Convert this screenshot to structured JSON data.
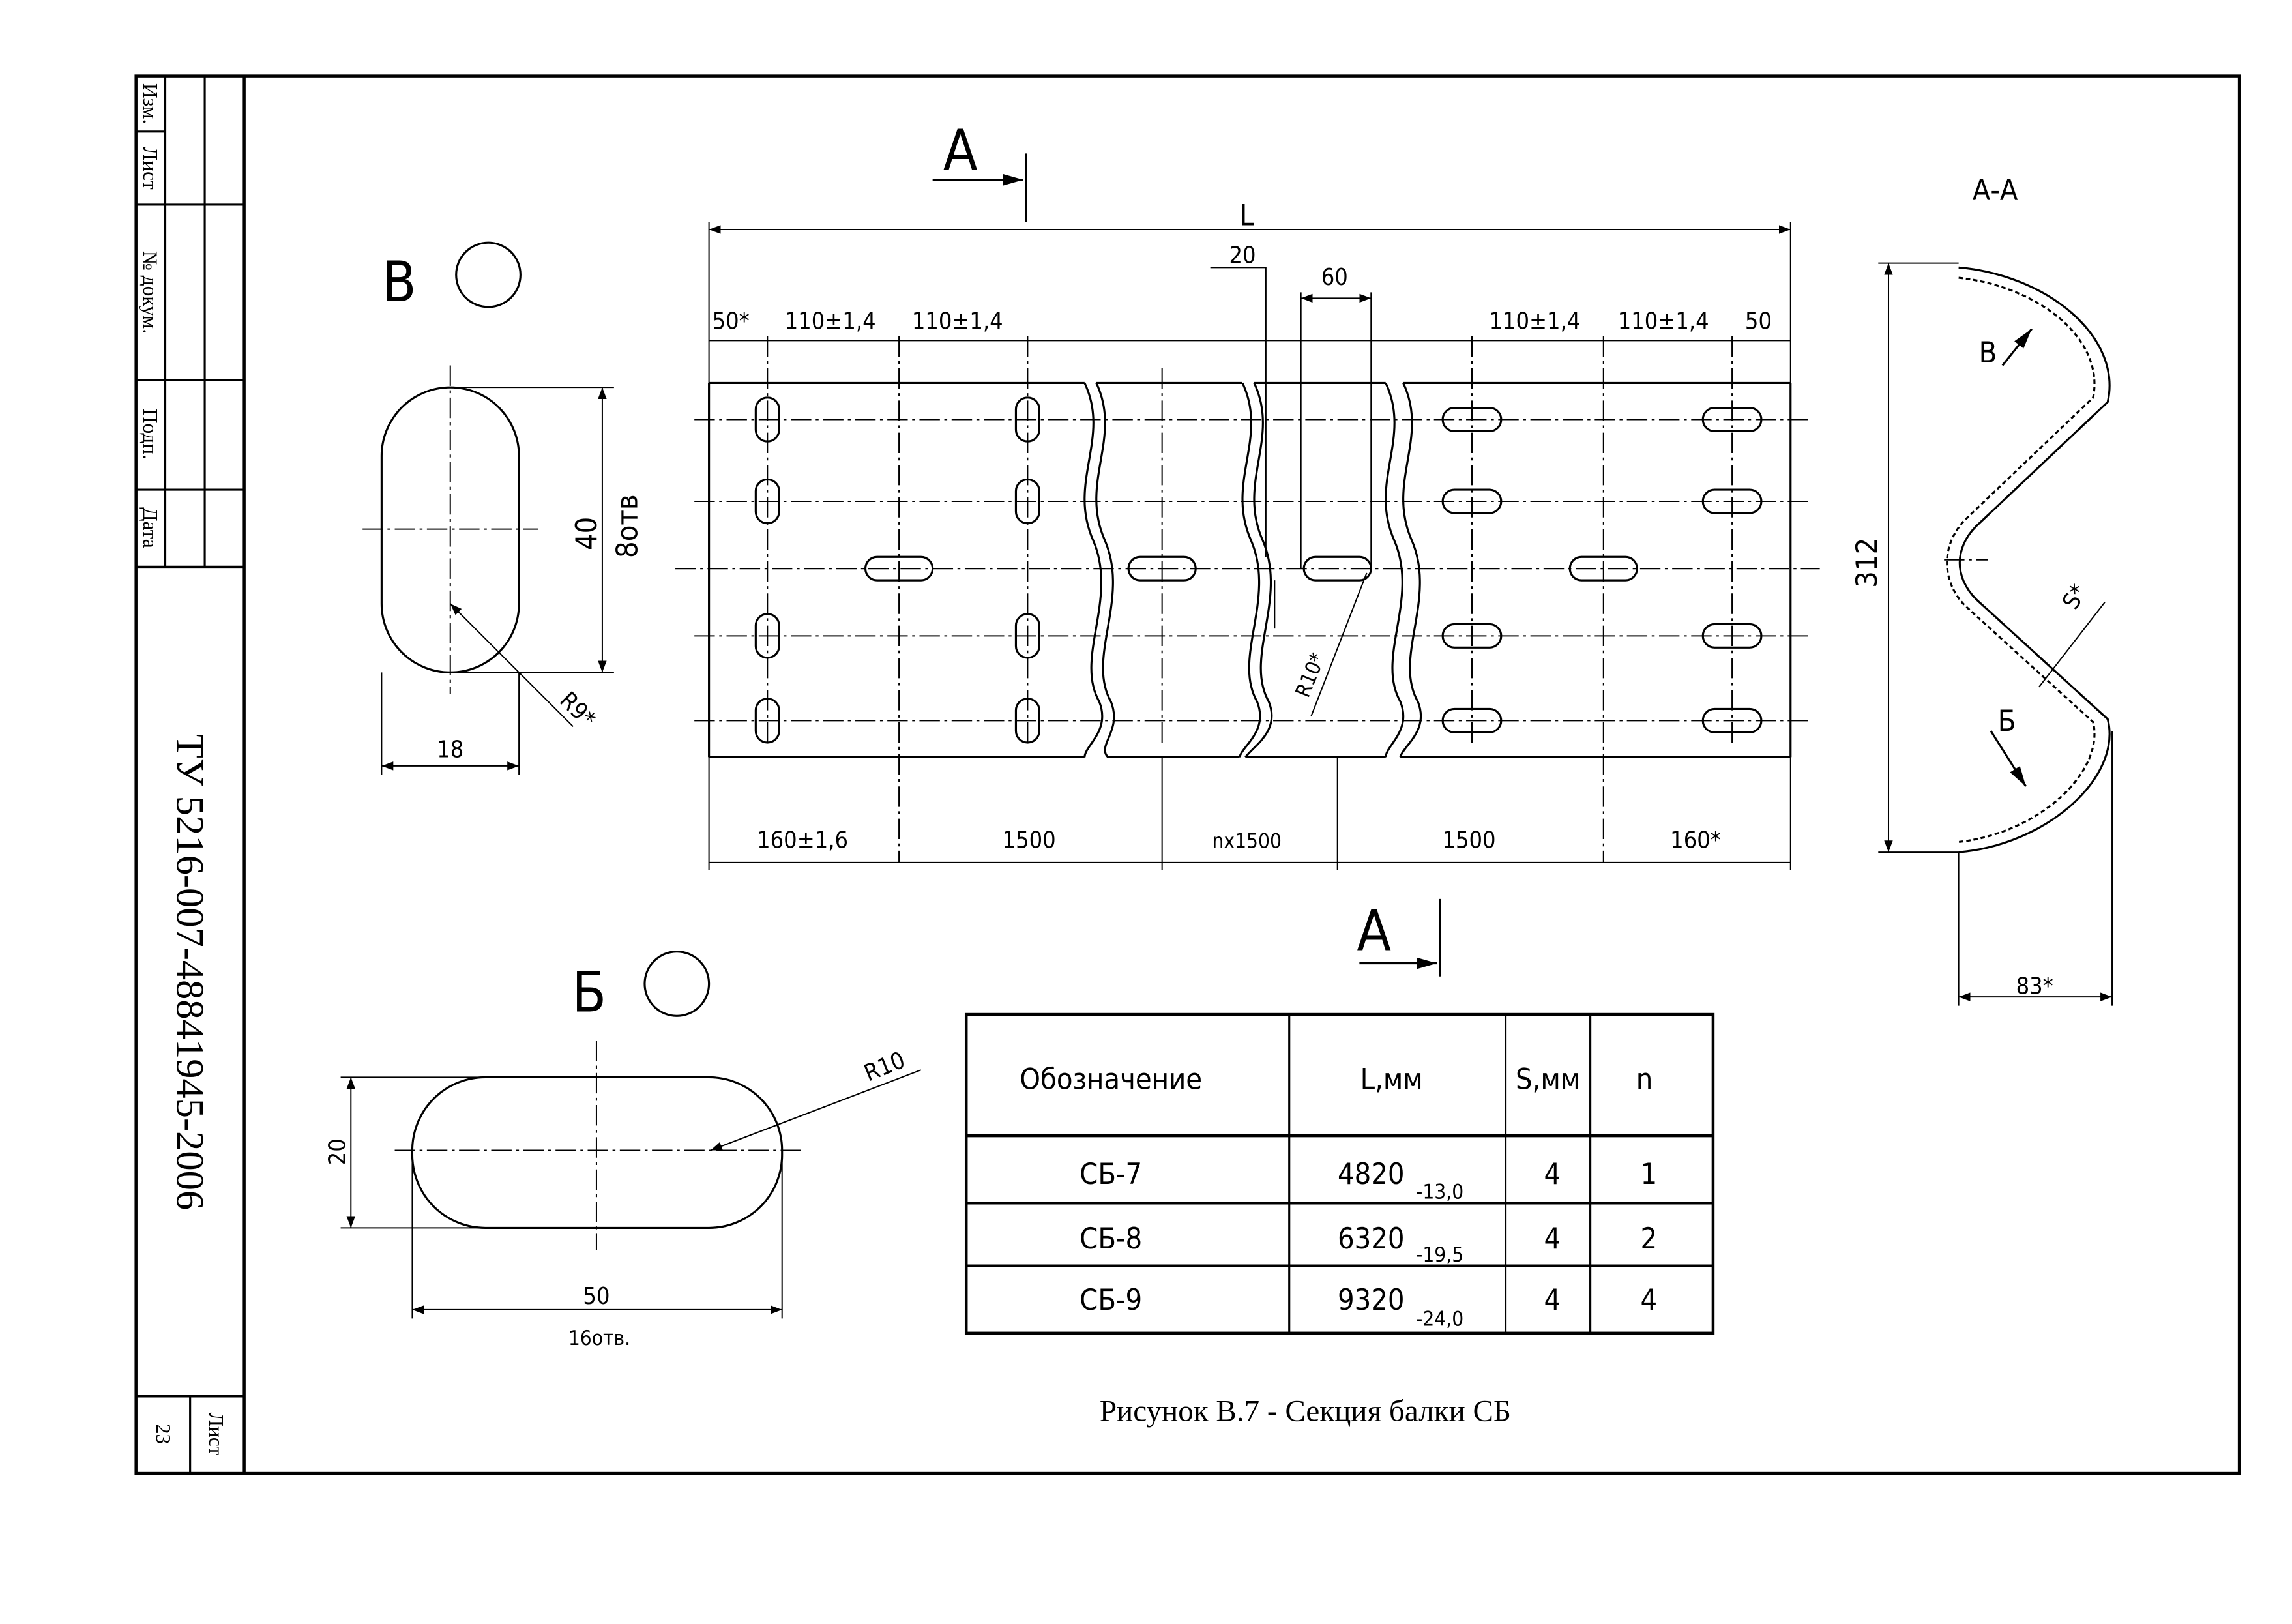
{
  "title_block": {
    "labels": [
      "Изм.",
      "Лист",
      "№ докум.",
      "Подп.",
      "Дата"
    ],
    "document_code": "ТУ 5216-007-48841945-2006",
    "sheet_label": "Лист",
    "sheet_number": "23"
  },
  "main_view": {
    "section_mark_top": "А",
    "section_mark_bottom": "А",
    "overall_length": "L",
    "top_dims": [
      "50*",
      "110±1,4",
      "110±1,4",
      "20",
      "60",
      "110±1,4",
      "110±1,4",
      "50"
    ],
    "bottom_dims": [
      "160±1,6",
      "1500",
      "nx1500",
      "1500",
      "160*"
    ],
    "radius": "R10*"
  },
  "detail_v": {
    "label": "В",
    "height": "40",
    "count": "8отв",
    "width": "18",
    "radius": "R9*"
  },
  "detail_b": {
    "label": "Б",
    "height": "20",
    "width": "50",
    "count": "16отв.",
    "radius": "R10"
  },
  "section_aa": {
    "label": "А-А",
    "height": "312",
    "depth": "83*",
    "view_v": "В",
    "view_b": "Б",
    "thickness": "S*"
  },
  "table": {
    "headers": [
      "Обозначение",
      "L,мм",
      "S,мм",
      "n"
    ],
    "rows": [
      {
        "name": "СБ-7",
        "length": "4820",
        "tol": "-13,0",
        "s": "4",
        "n": "1"
      },
      {
        "name": "СБ-8",
        "length": "6320",
        "tol": "-19,5",
        "s": "4",
        "n": "2"
      },
      {
        "name": "СБ-9",
        "length": "9320",
        "tol": "-24,0",
        "s": "4",
        "n": "4"
      }
    ]
  },
  "caption": "Рисунок В.7 - Секция балки СБ"
}
